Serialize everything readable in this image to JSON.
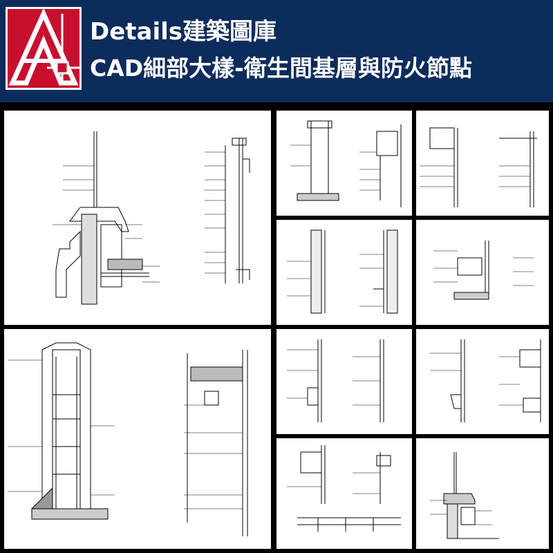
{
  "header": {
    "brand_latin": "Details",
    "brand_cjk": "建築圖庫",
    "title": "CAD細部大樣-衛生間基層與防火節點"
  },
  "panels": [
    {
      "id": "p1"
    },
    {
      "id": "p2"
    },
    {
      "id": "p3"
    },
    {
      "id": "p4"
    },
    {
      "id": "p5"
    },
    {
      "id": "p6"
    },
    {
      "id": "p7"
    },
    {
      "id": "p8"
    },
    {
      "id": "p9"
    },
    {
      "id": "p10"
    },
    {
      "id": "p11"
    }
  ],
  "colors": {
    "header_bg": "#0c2c5c",
    "logo_red": "#c8102e",
    "panel_bg": "#ffffff",
    "frame": "#000000"
  }
}
